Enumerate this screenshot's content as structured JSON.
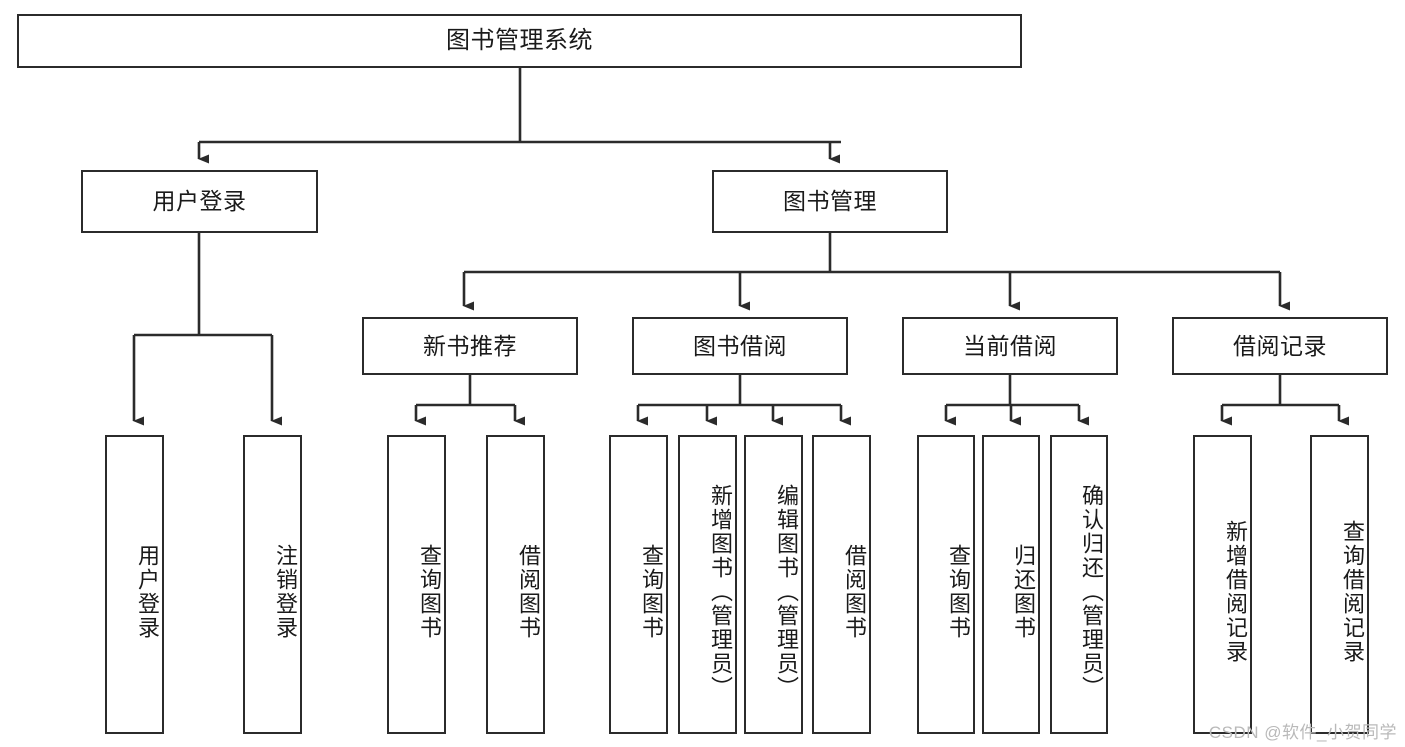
{
  "diagram": {
    "title": "图书管理系统",
    "type": "功能结构图",
    "stroke_color": "#2b2b2b",
    "background_color": "#ffffff",
    "text_color": "#1a1a1a"
  },
  "watermark": {
    "text": "CSDN @软件_小贺同学",
    "color": "#b9b9b9"
  },
  "nodes": {
    "root": {
      "label": "图书管理系统",
      "level": 1
    },
    "user_login": {
      "label": "用户登录",
      "level": 2
    },
    "book_manage": {
      "label": "图书管理",
      "level": 2
    },
    "new_book_rec": {
      "label": "新书推荐",
      "level": 3
    },
    "book_borrow": {
      "label": "图书借阅",
      "level": 3
    },
    "current_borrow": {
      "label": "当前借阅",
      "level": 3
    },
    "borrow_record": {
      "label": "借阅记录",
      "level": 3
    },
    "leaf_user_login": {
      "label": "用户登录",
      "level": 4
    },
    "leaf_logout": {
      "label": "注销登录",
      "level": 4
    },
    "leaf_query_book_1": {
      "label": "查询图书",
      "level": 4
    },
    "leaf_borrow_book_1": {
      "label": "借阅图书",
      "level": 4
    },
    "leaf_query_book_2": {
      "label": "查询图书",
      "level": 4
    },
    "leaf_add_book": {
      "label": "新增图书（管理员）",
      "level": 4
    },
    "leaf_edit_book": {
      "label": "编辑图书（管理员）",
      "level": 4
    },
    "leaf_borrow_book_2": {
      "label": "借阅图书",
      "level": 4
    },
    "leaf_query_book_3": {
      "label": "查询图书",
      "level": 4
    },
    "leaf_return_book": {
      "label": "归还图书",
      "level": 4
    },
    "leaf_confirm_return": {
      "label": "确认归还（管理员）",
      "level": 4
    },
    "leaf_add_record": {
      "label": "新增借阅记录",
      "level": 4
    },
    "leaf_query_record": {
      "label": "查询借阅记录",
      "level": 4
    }
  }
}
